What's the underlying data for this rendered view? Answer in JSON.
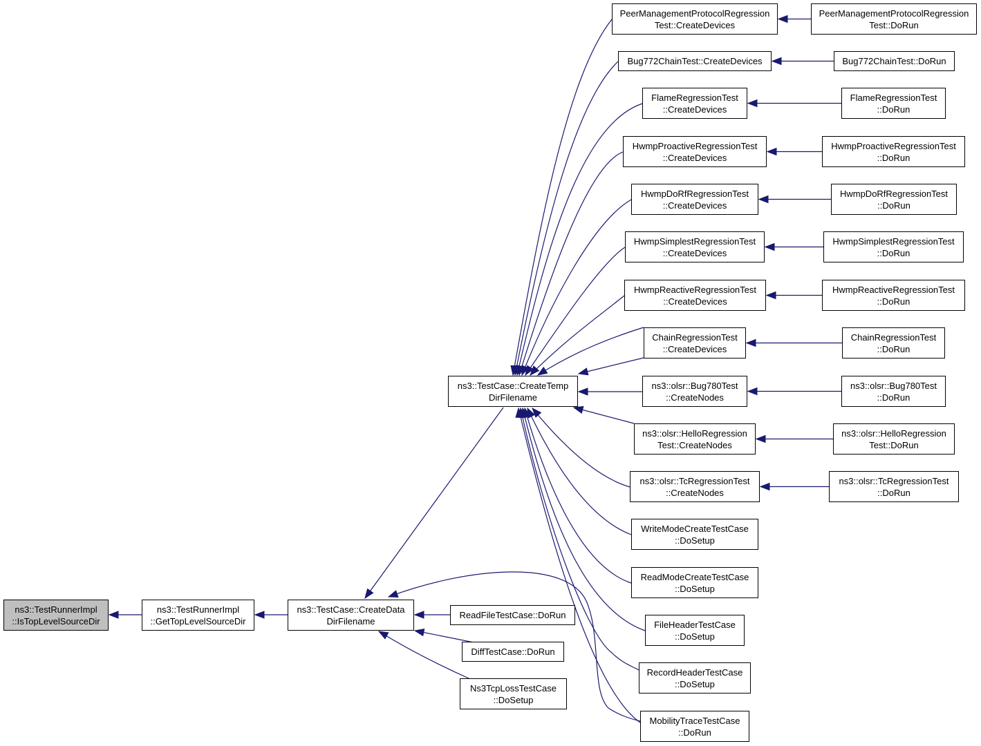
{
  "colors": {
    "edge": "#191970",
    "root_fill": "#bfbfbf",
    "node_border": "#000000"
  },
  "nodes": {
    "root": [
      "ns3::TestRunnerImpl",
      "::IsTopLevelSourceDir"
    ],
    "gettop": [
      "ns3::TestRunnerImpl",
      "::GetTopLevelSourceDir"
    ],
    "datadir": [
      "ns3::TestCase::CreateData",
      "DirFilename"
    ],
    "tempdir": [
      "ns3::TestCase::CreateTemp",
      "DirFilename"
    ],
    "readfile": [
      "ReadFileTestCase::DoRun"
    ],
    "difftc": [
      "DiffTestCase::DoRun"
    ],
    "ns3tcploss": [
      "Ns3TcpLossTestCase",
      "::DoSetup"
    ],
    "pmp_cd": [
      "PeerManagementProtocolRegression",
      "Test::CreateDevices"
    ],
    "bug772_cd": [
      "Bug772ChainTest::CreateDevices"
    ],
    "flame_cd": [
      "FlameRegressionTest",
      "::CreateDevices"
    ],
    "hwmpproact_cd": [
      "HwmpProactiveRegressionTest",
      "::CreateDevices"
    ],
    "hwmpdorf_cd": [
      "HwmpDoRfRegressionTest",
      "::CreateDevices"
    ],
    "hwmpsimplest_cd": [
      "HwmpSimplestRegressionTest",
      "::CreateDevices"
    ],
    "hwmpreact_cd": [
      "HwmpReactiveRegressionTest",
      "::CreateDevices"
    ],
    "chain_cd": [
      "ChainRegressionTest",
      "::CreateDevices"
    ],
    "bug780_cn": [
      "ns3::olsr::Bug780Test",
      "::CreateNodes"
    ],
    "hello_cn": [
      "ns3::olsr::HelloRegression",
      "Test::CreateNodes"
    ],
    "tc_cn": [
      "ns3::olsr::TcRegressionTest",
      "::CreateNodes"
    ],
    "writemode": [
      "WriteModeCreateTestCase",
      "::DoSetup"
    ],
    "readmode": [
      "ReadModeCreateTestCase",
      "::DoSetup"
    ],
    "fileheader": [
      "FileHeaderTestCase",
      "::DoSetup"
    ],
    "recordheader": [
      "RecordHeaderTestCase",
      "::DoSetup"
    ],
    "mobility": [
      "MobilityTraceTestCase",
      "::DoRun"
    ],
    "pmp_run": [
      "PeerManagementProtocolRegression",
      "Test::DoRun"
    ],
    "bug772_run": [
      "Bug772ChainTest::DoRun"
    ],
    "flame_run": [
      "FlameRegressionTest",
      "::DoRun"
    ],
    "hwmpproact_run": [
      "HwmpProactiveRegressionTest",
      "::DoRun"
    ],
    "hwmpdorf_run": [
      "HwmpDoRfRegressionTest",
      "::DoRun"
    ],
    "hwmpsimplest_run": [
      "HwmpSimplestRegressionTest",
      "::DoRun"
    ],
    "hwmpreact_run": [
      "HwmpReactiveRegressionTest",
      "::DoRun"
    ],
    "chain_run": [
      "ChainRegressionTest",
      "::DoRun"
    ],
    "bug780_run": [
      "ns3::olsr::Bug780Test",
      "::DoRun"
    ],
    "hello_run": [
      "ns3::olsr::HelloRegression",
      "Test::DoRun"
    ],
    "tc_run": [
      "ns3::olsr::TcRegressionTest",
      "::DoRun"
    ]
  }
}
